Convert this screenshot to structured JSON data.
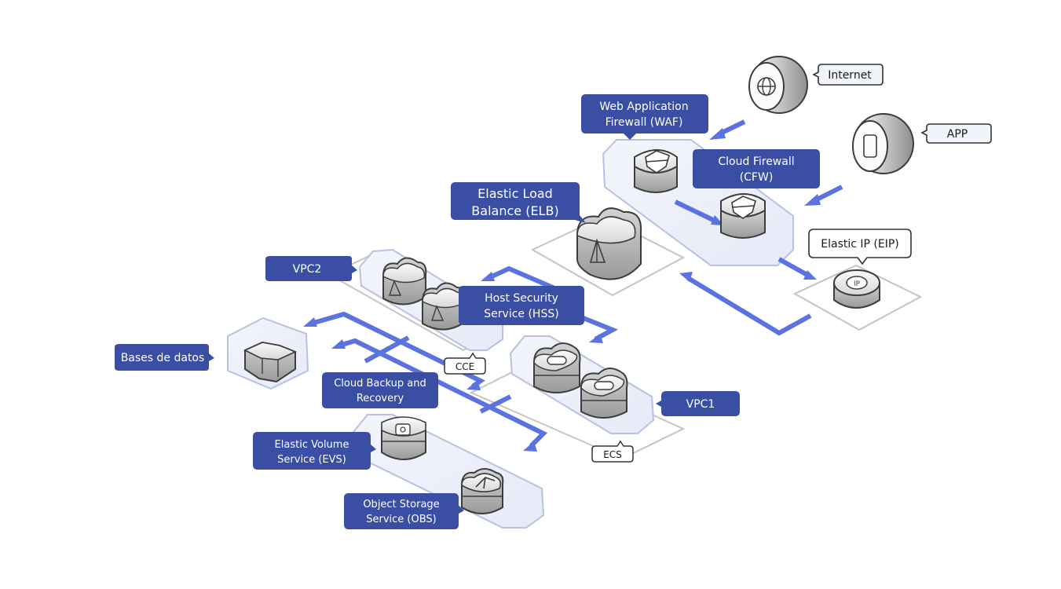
{
  "colors": {
    "label_fill": "#3a4fa3",
    "flow_arrow": "#5b73e0",
    "panel_stroke": "#b9c1e3",
    "panel_fill": "#eef1fa",
    "plate_stroke": "#c4c4c4",
    "icon_stroke": "#3c3c3c"
  },
  "labels": {
    "internet": "Internet",
    "app": "APP",
    "waf_line1": "Web Application",
    "waf_line2": "Firewall (WAF)",
    "cfw_line1": "Cloud Firewall",
    "cfw_line2": "(CFW)",
    "elb_line1": "Elastic Load",
    "elb_line2": "Balance (ELB)",
    "eip": "Elastic IP (EIP)",
    "vpc2": "VPC2",
    "hss_line1": "Host Security",
    "hss_line2": "Service (HSS)",
    "cce": "CCE",
    "databases": "Bases de datos",
    "cbr_line1": "Cloud Backup and",
    "cbr_line2": "Recovery",
    "vpc1": "VPC1",
    "ecs": "ECS",
    "evs_line1": "Elastic Volume",
    "evs_line2": "Service (EVS)",
    "obs_line1": "Object Storage",
    "obs_line2": "Service (OBS)"
  },
  "icons": {
    "internet": "globe-icon",
    "app": "phone-icon",
    "waf": "shield-icon",
    "cfw": "shield-icon",
    "elb": "load-balancer-cloud-icon",
    "eip": "ip-icon",
    "cce": "container-cloud-icon",
    "ecs": "server-cloud-icon",
    "databases": "database-hex-icon",
    "evs": "volume-disk-icon",
    "obs": "upload-cloud-icon"
  }
}
